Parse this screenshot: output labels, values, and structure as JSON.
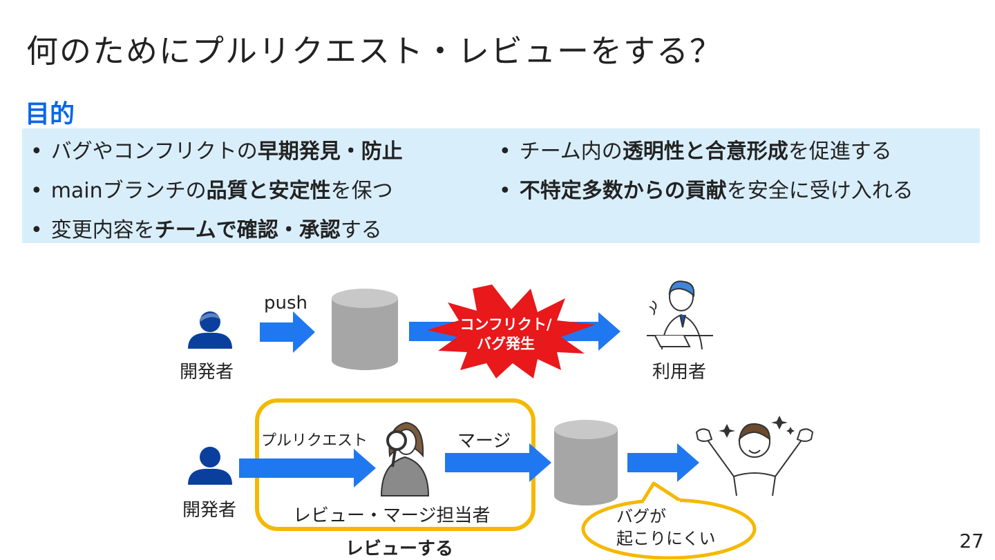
{
  "title": "何のためにプルリクエスト・レビューをする？",
  "purpose_heading": "目的",
  "bullets": {
    "b1": {
      "pre": "バグやコンフリクトの",
      "bold": "早期発見・防止",
      "post": ""
    },
    "b2": {
      "pre": "main",
      "pre2": "ブランチの",
      "bold": "品質と安定性",
      "post": "を保つ"
    },
    "b3": {
      "pre": "変更内容を",
      "bold": "チームで確認・承認",
      "post": "する"
    },
    "b4": {
      "pre": "チーム内の",
      "bold": "透明性と合意形成",
      "post": "を促進する"
    },
    "b5": {
      "pre": "",
      "bold": "不特定多数からの貢献",
      "post": "を安全に受け入れる"
    }
  },
  "diagram": {
    "top": {
      "developer_label": "開発者",
      "push_label": "push",
      "burst_text_line1": "コンフリクト/",
      "burst_text_line2": "バグ発生",
      "user_label": "利用者"
    },
    "bottom": {
      "developer_label": "開発者",
      "pr_label": "プルリクエスト",
      "merge_label": "マージ",
      "reviewer_label": "レビュー・マージ担当者",
      "review_caption": "レビューする",
      "callout_line1": "バグが",
      "callout_line2": "起こりにくい"
    }
  },
  "colors": {
    "accent_blue": "#1f78f0",
    "dark_blue": "#0a3f9e",
    "highlight_box": "#d9eefb",
    "burst_red": "#e8181b",
    "frame_yellow": "#f5b800",
    "cylinder_gray": "#a6a6a6"
  },
  "page_number": "27"
}
